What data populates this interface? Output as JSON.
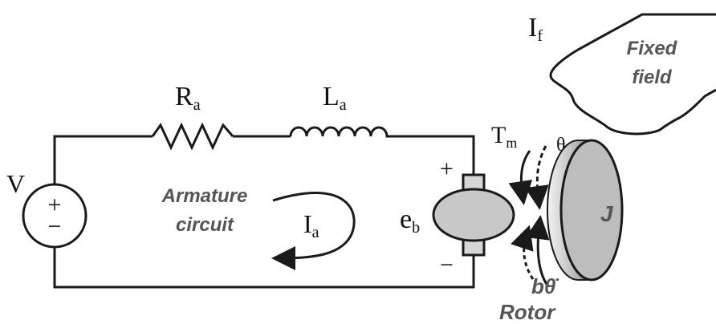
{
  "labels": {
    "resistor": {
      "main": "R",
      "sub": "a"
    },
    "inductor": {
      "main": "L",
      "sub": "a"
    },
    "voltage": "V",
    "source_plus": "+",
    "source_minus": "−",
    "circuit_name_line1": "Armature",
    "circuit_name_line2": "circuit",
    "current": {
      "main": "I",
      "sub": "a"
    },
    "back_emf": {
      "main": "e",
      "sub": "b"
    },
    "motor_plus": "+",
    "motor_minus": "−",
    "torque": {
      "main": "T",
      "sub": "m"
    },
    "angle": "θ",
    "inertia": "J",
    "damping": "bθ̇",
    "rotor": "Rotor",
    "field_current": {
      "main": "I",
      "sub": "f"
    },
    "field_line1": "Fixed",
    "field_line2": "field"
  },
  "colors": {
    "wire": "#1a1a1a",
    "motor_fill": "#c8c8c8",
    "disc_face": "#bdbdbd",
    "disc_rim": "#3a3a3a",
    "annotation_text": "#555555"
  }
}
